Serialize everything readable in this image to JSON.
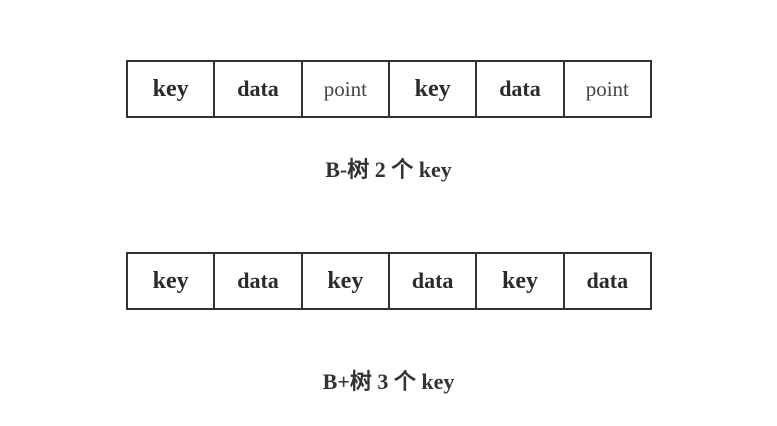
{
  "diagram": {
    "btree": {
      "cells": [
        {
          "text": "key",
          "kind": "key"
        },
        {
          "text": "data",
          "kind": "data"
        },
        {
          "text": "point",
          "kind": "point"
        },
        {
          "text": "key",
          "kind": "key"
        },
        {
          "text": "data",
          "kind": "data"
        },
        {
          "text": "point",
          "kind": "point"
        }
      ],
      "caption": "B-树 2 个 key"
    },
    "bplustree": {
      "cells": [
        {
          "text": "key",
          "kind": "key"
        },
        {
          "text": "data",
          "kind": "data"
        },
        {
          "text": "key",
          "kind": "key"
        },
        {
          "text": "data",
          "kind": "data"
        },
        {
          "text": "key",
          "kind": "key"
        },
        {
          "text": "data",
          "kind": "data"
        }
      ],
      "caption": "B+树 3 个 key"
    }
  }
}
